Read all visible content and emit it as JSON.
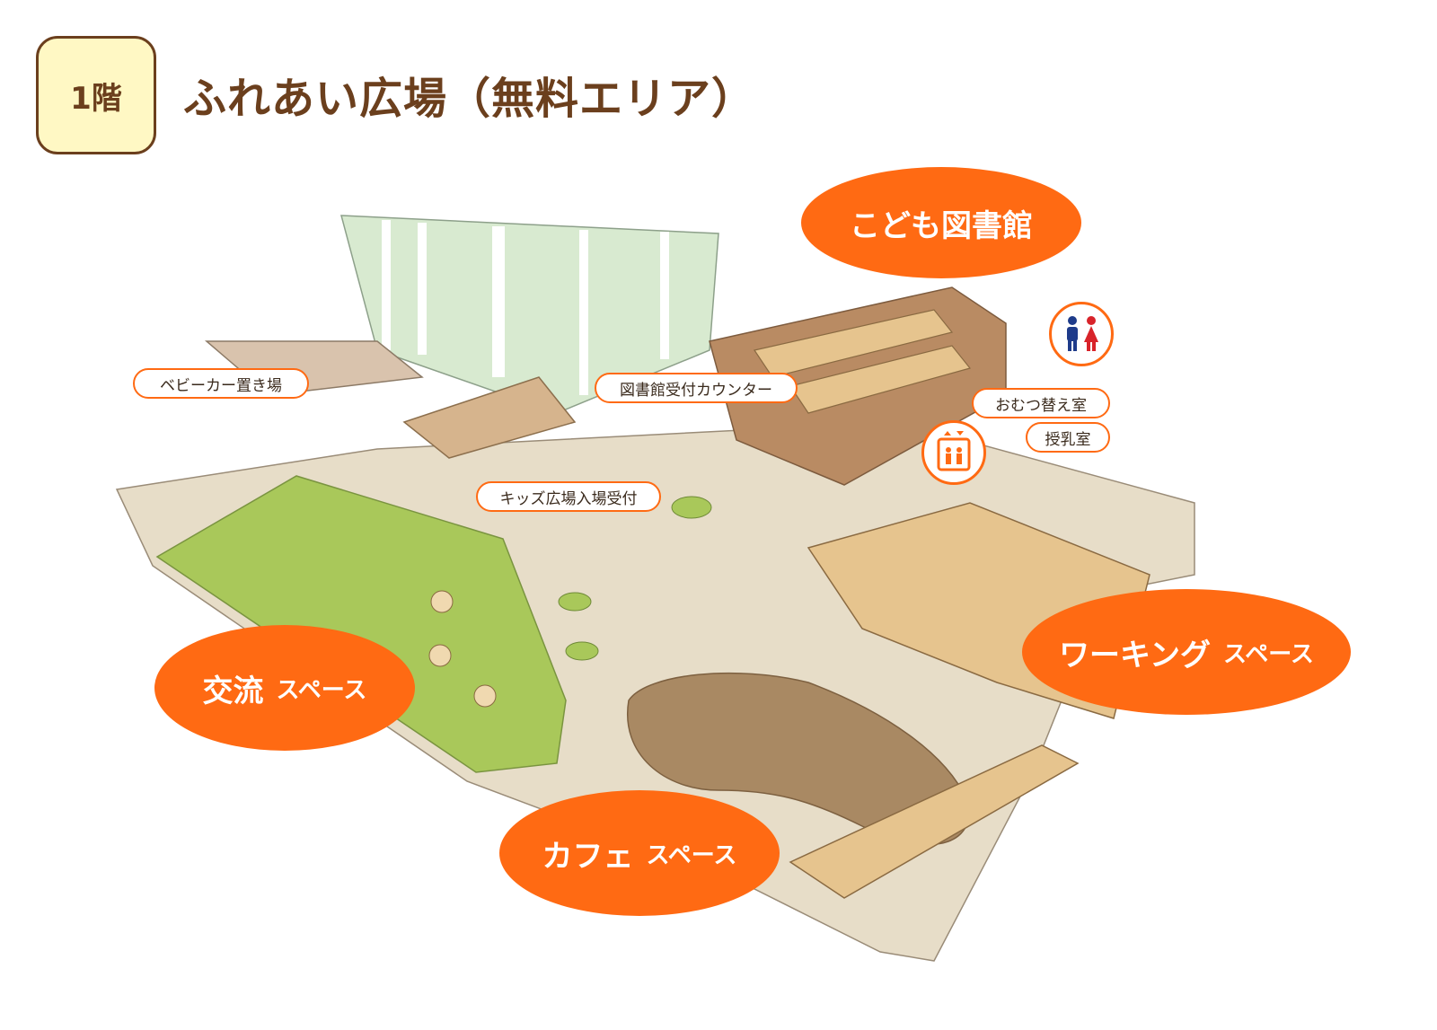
{
  "header": {
    "floor": "1階",
    "title": "ふれあい広場（無料エリア）"
  },
  "labels": {
    "stroller_parking": "ベビーカー置き場",
    "library_counter": "図書館受付カウンター",
    "kids_entrance": "キッズ広場入場受付",
    "diaper_room": "おむつ替え室",
    "nursing_room": "授乳室"
  },
  "zones": {
    "kids_library": "こども図書館",
    "exchange_main": "交流",
    "exchange_sub": "スペース",
    "working_main": "ワーキング",
    "working_sub": "スペース",
    "cafe_main": "カフェ",
    "cafe_sub": "スペース"
  },
  "icons": {
    "restroom": "restroom-icon",
    "elevator": "elevator-icon"
  },
  "colors": {
    "accent": "#ff6a13",
    "title_brown": "#6b3f1d",
    "badge_fill": "#fff8c4",
    "lawn_green": "#a9c85a",
    "floor_beige": "#e7ddc8",
    "cafe_carpet": "#a98963",
    "library_floor": "#b98b63",
    "wood": "#e6c48e"
  }
}
